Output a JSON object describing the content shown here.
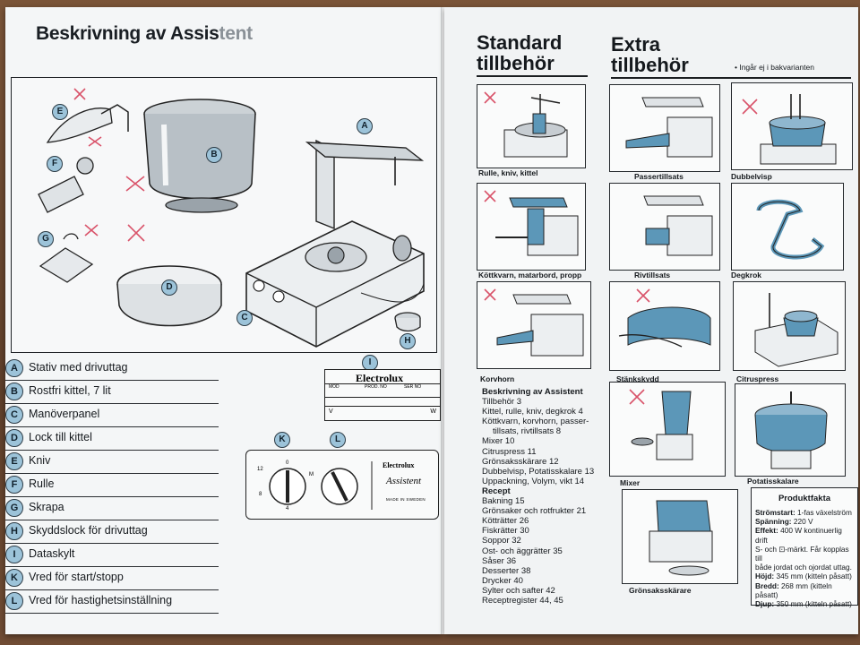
{
  "left_page": {
    "title_part1": "Beskrivning av",
    "title_part2": "Assis",
    "title_part3": "tent",
    "diagram_callouts": [
      "A",
      "B",
      "C",
      "D",
      "E",
      "F",
      "G",
      "H",
      "I",
      "K",
      "L"
    ],
    "legend": [
      {
        "letter": "A",
        "label": "Stativ med drivuttag"
      },
      {
        "letter": "B",
        "label": "Rostfri kittel, 7 lit"
      },
      {
        "letter": "C",
        "label": "Manöverpanel"
      },
      {
        "letter": "D",
        "label": "Lock till kittel"
      },
      {
        "letter": "E",
        "label": "Kniv"
      },
      {
        "letter": "F",
        "label": "Rulle"
      },
      {
        "letter": "G",
        "label": "Skrapa"
      },
      {
        "letter": "H",
        "label": "Skyddslock för drivuttag"
      },
      {
        "letter": "I",
        "label": "Dataskylt"
      },
      {
        "letter": "K",
        "label": "Vred för start/stopp"
      },
      {
        "letter": "L",
        "label": "Vred för hastighetsinställning"
      }
    ],
    "plate": {
      "brand": "Electrolux",
      "mod": "MOD",
      "prod_no": "PROD. NO",
      "ser_no": "SER NO",
      "v": "V",
      "w": "W"
    },
    "panel": {
      "brand": "Electrolux",
      "signature": "Assistent",
      "made": "MADE IN SWEDEN",
      "dial_labels": [
        "12",
        "M",
        "8",
        "4",
        "0"
      ]
    }
  },
  "right_page": {
    "standard_title_1": "Standard",
    "standard_title_2": "tillbehör",
    "extra_title_1": "Extra",
    "extra_title_2": "tillbehör",
    "note": "• Ingår ej i bakvarianten",
    "captions": {
      "s1": "Rulle, kniv, kittel",
      "s2": "Köttkvarn, matarbord, propp",
      "s3": "Korvhorn",
      "e1": "Passertillsats",
      "e2": "Dubbelvisp",
      "e3": "Rivtillsats",
      "e4": "Degkrok",
      "e5": "Stänkskydd",
      "e6": "Citruspress",
      "e7": "Mixer",
      "e8": "Potatisskalare",
      "e9": "Grönsaksskärare"
    },
    "toc": [
      {
        "text": "Beskrivning av Assistent",
        "style": "h"
      },
      {
        "text": "Tillbehör  3",
        "style": ""
      },
      {
        "text": "Kittel, rulle, kniv, degkrok  4",
        "style": ""
      },
      {
        "text": "Köttkvarn, korvhorn, passer-",
        "style": ""
      },
      {
        "text": "tillsats, rivtillsats  8",
        "style": "in"
      },
      {
        "text": "Mixer  10",
        "style": ""
      },
      {
        "text": "Citruspress  11",
        "style": ""
      },
      {
        "text": "Grönsaksskärare  12",
        "style": ""
      },
      {
        "text": "Dubbelvisp, Potatisskalare  13",
        "style": ""
      },
      {
        "text": "Uppackning, Volym, vikt  14",
        "style": ""
      },
      {
        "text": "Recept",
        "style": "h"
      },
      {
        "text": "Bakning  15",
        "style": ""
      },
      {
        "text": "Grönsaker och rotfrukter  21",
        "style": ""
      },
      {
        "text": "Kötträtter  26",
        "style": ""
      },
      {
        "text": "Fiskrätter  30",
        "style": ""
      },
      {
        "text": "Soppor  32",
        "style": ""
      },
      {
        "text": "Ost- och äggrätter  35",
        "style": ""
      },
      {
        "text": "Såser  36",
        "style": ""
      },
      {
        "text": "Desserter  38",
        "style": ""
      },
      {
        "text": "Drycker  40",
        "style": ""
      },
      {
        "text": "Sylter och safter  42",
        "style": ""
      },
      {
        "text": "Receptregister  44, 45",
        "style": ""
      }
    ],
    "facts": {
      "title": "Produktfakta",
      "rows": [
        {
          "k": "Strömstart:",
          "v": "1-fas växelström"
        },
        {
          "k": "Spänning:",
          "v": "220 V"
        },
        {
          "k": "Effekt:",
          "v": "400 W kontinuerlig drift"
        },
        {
          "k": "",
          "v": "S- och ⊡-märkt. Får kopplas till"
        },
        {
          "k": "",
          "v": "både jordat och ojordat uttag."
        },
        {
          "k": "Höjd:",
          "v": "345 mm (kitteln påsatt)"
        },
        {
          "k": "Bredd:",
          "v": "268 mm (kitteln påsatt)"
        },
        {
          "k": "Djup:",
          "v": "350 mm (kitteln påsatt)"
        }
      ]
    }
  },
  "colors": {
    "accent_blue": "#5c97b8",
    "badge_blue": "#9cc3d9",
    "x_mark": "#d9536a"
  }
}
